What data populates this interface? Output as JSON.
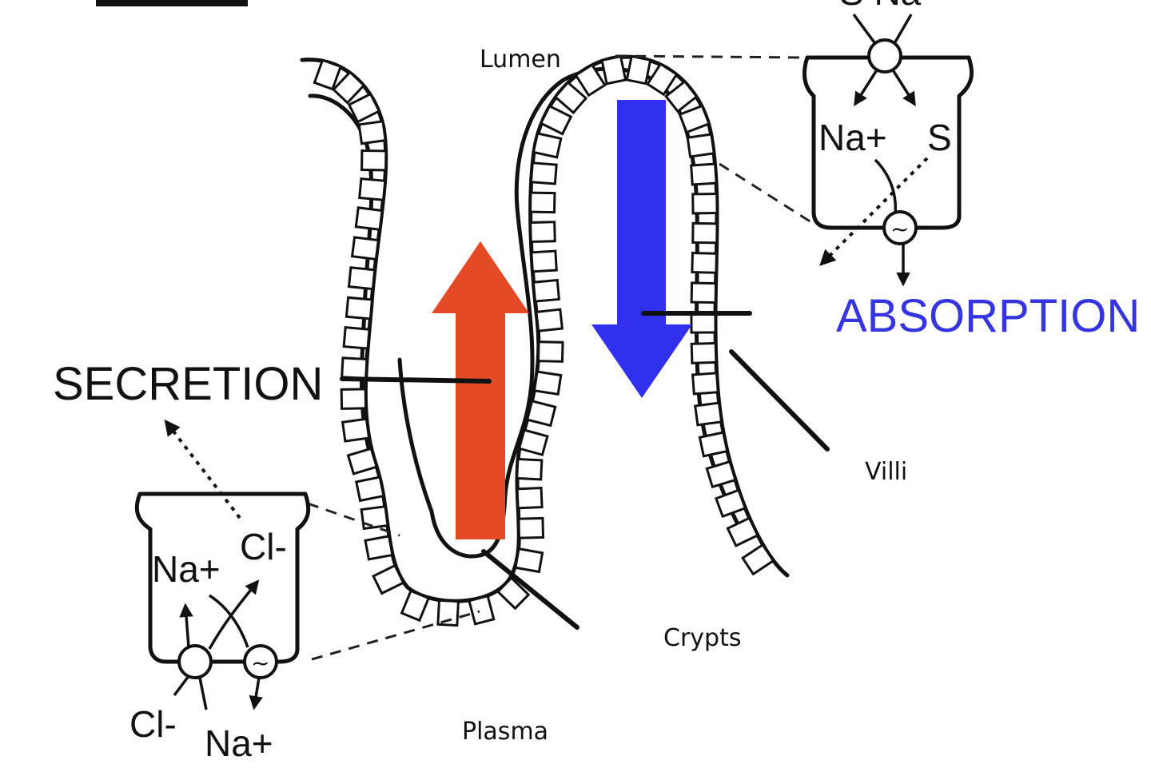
{
  "labels": {
    "lumen": "Lumen",
    "villi": "Villi",
    "crypts": "Crypts",
    "plasma": "Plasma",
    "secretion": "SECRETION",
    "absorption": "ABSORPTION"
  },
  "absorptive_cell": {
    "ion": "Na+",
    "solute": "S",
    "top_partial": "S Na"
  },
  "secretory_cell": {
    "ion_top": "Na+",
    "chloride_top": "Cl-",
    "chloride_bottom": "Cl-",
    "ion_bottom": "Na+"
  },
  "colors": {
    "secretion_arrow": "#e54a27",
    "absorption_arrow": "#3030ee",
    "absorption_text": "#3535e0",
    "outline": "#111111"
  },
  "icons": {
    "pump": "sodium-potassium-pump-symbol",
    "cotransporter": "cotransporter-circle"
  }
}
